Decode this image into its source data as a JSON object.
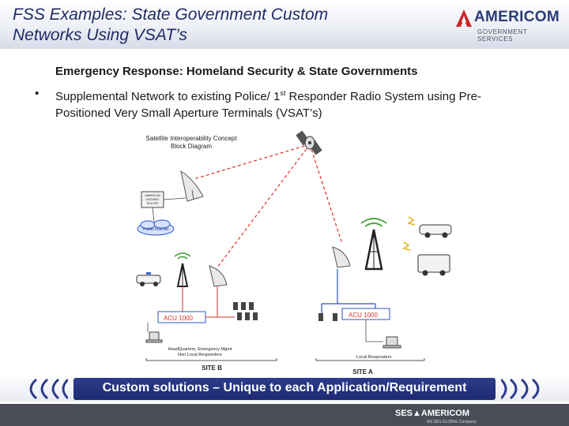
{
  "header": {
    "title_line1": "FSS Examples: State Government Custom",
    "title_line2": "Networks Using VSAT’s",
    "logo_brand": "AMERICOM",
    "logo_sub": "GOVERNMENT SERVICES"
  },
  "content": {
    "heading": "Emergency Response:  Homeland Security & State Governments",
    "bullet_symbol": "•",
    "bullet_text_a": "Supplemental Network to existing Police/ 1",
    "bullet_sup": "st",
    "bullet_text_b": " Responder Radio System using Pre-Positioned Very Small Aperture Terminals (VSAT’s)"
  },
  "diagram": {
    "title_line1": "Satellite Interoperability Concept",
    "title_line2": "Block Diagram",
    "server_label_1": "AMERICOM",
    "server_label_2": "GATEWAY",
    "server_label_3": "ROUTER",
    "cloud_label": "Public Internet",
    "acu_b": "ACU 1000",
    "acu_a": "ACU 1000",
    "hq_line1": "HeadQuarters, Emergency Mgmt",
    "hq_line2": "Non Local Responders",
    "local_label": "Local Responders",
    "site_b": "SITE B",
    "site_a": "SITE A",
    "link_color": "#d9302a",
    "wire_color": "#2b55c8"
  },
  "banner": {
    "text": "Custom solutions – Unique to each Application/Requirement"
  },
  "footer": {
    "logo": "SES▲AMERICOM",
    "sub": "AN SES GLOBAL Company"
  }
}
